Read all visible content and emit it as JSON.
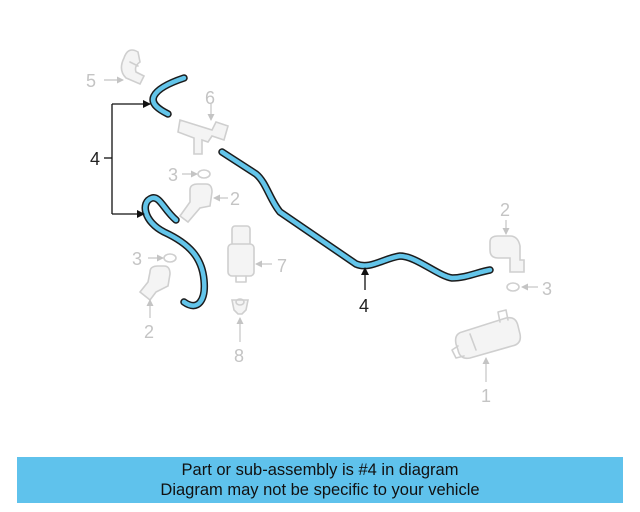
{
  "diagram": {
    "callouts": {
      "c1": "1",
      "c2a": "2",
      "c2b": "2",
      "c2c": "2",
      "c3a": "3",
      "c3b": "3",
      "c3c": "3",
      "c4_left": "4",
      "c4_main": "4",
      "c5": "5",
      "c6": "6",
      "c7": "7",
      "c8": "8"
    },
    "highlight_color": "#63c5ea",
    "highlighted_part": "4"
  },
  "banner": {
    "line1": "Part or sub-assembly is #4 in diagram",
    "line2": "Diagram may not be specific to your vehicle",
    "background": "#5fc2ec"
  }
}
